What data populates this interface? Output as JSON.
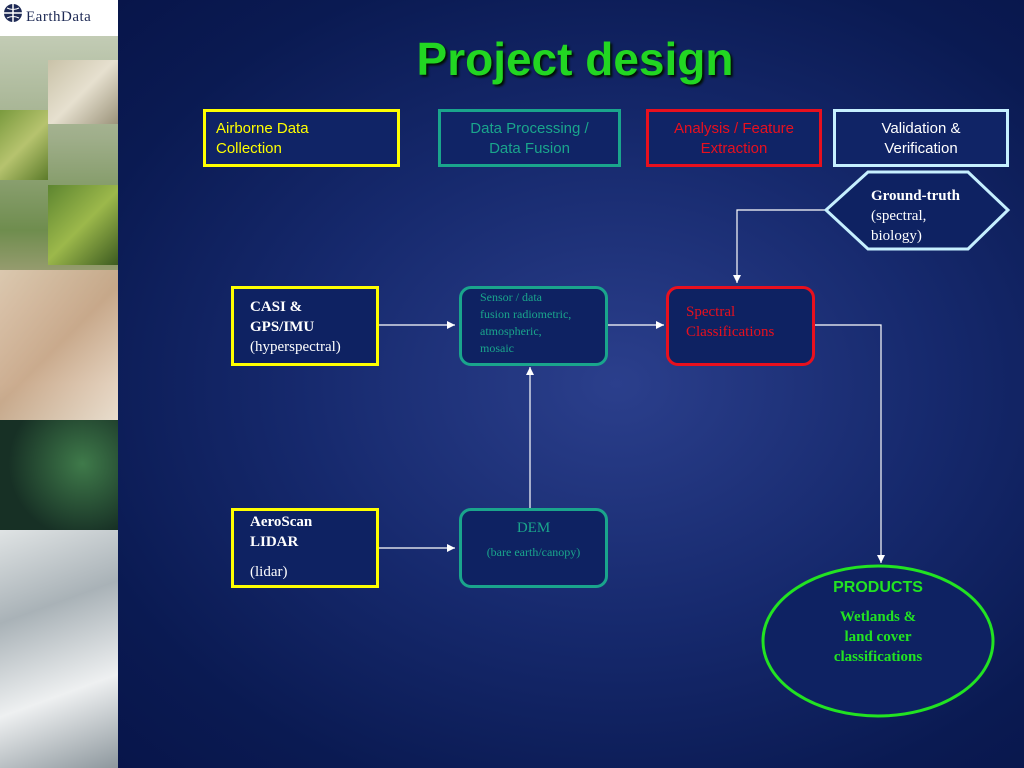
{
  "logo": {
    "name": "EarthData"
  },
  "title": "Project design",
  "headers": [
    {
      "label": "Airborne Data Collection",
      "lines": [
        "Airborne Data",
        "Collection"
      ]
    },
    {
      "label": "Data Processing / Data Fusion",
      "lines": [
        "Data Processing /",
        "Data Fusion"
      ]
    },
    {
      "label": "Analysis / Feature Extraction",
      "lines": [
        "Analysis / Feature",
        "Extraction"
      ]
    },
    {
      "label": "Validation & Verification",
      "lines": [
        "Validation &",
        "Verification"
      ]
    }
  ],
  "nodes": {
    "casi": {
      "line1": "CASI &",
      "line2": "GPS/IMU",
      "line3": "(hyperspectral)"
    },
    "aeroscan": {
      "line1": "AeroScan",
      "line2": "LIDAR",
      "line3": "(lidar)"
    },
    "sensor_fusion": {
      "line1": "Sensor / data",
      "line2": "fusion radiometric,",
      "line3": "atmospheric,",
      "line4": "mosaic"
    },
    "dem": {
      "title": "DEM",
      "sub": "(bare earth/canopy)"
    },
    "spectral": {
      "line1": "Spectral",
      "line2": "Classifications"
    },
    "ground_truth": {
      "line1": "Ground-truth",
      "line2": "(spectral,",
      "line3": "biology)"
    },
    "products": {
      "title": "PRODUCTS",
      "line1": "Wetlands &",
      "line2": "land cover",
      "line3": "classifications"
    }
  },
  "colors": {
    "yellow": "#ffff00",
    "teal": "#1aa58c",
    "red": "#e8101e",
    "light_blue": "#c6f0ff",
    "green": "#22e322",
    "title_green": "#22d622",
    "background": "#122466"
  }
}
